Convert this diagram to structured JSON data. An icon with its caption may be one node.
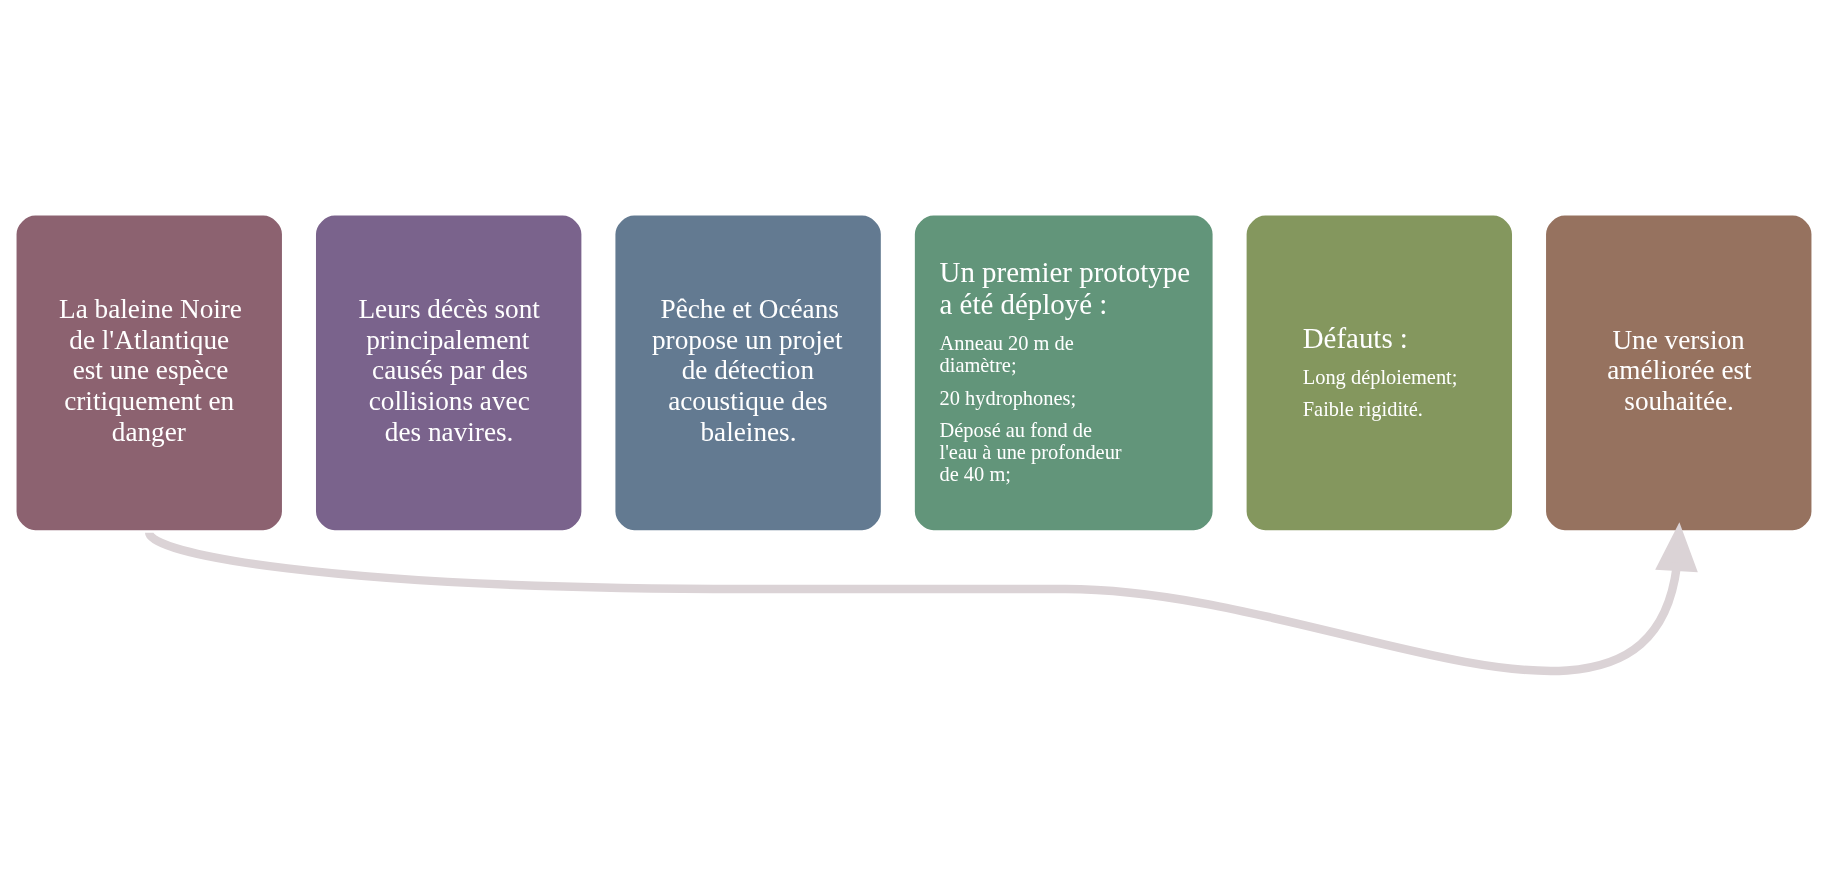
{
  "diagram": {
    "nodes": [
      {
        "text": [
          "La baleine Noire de l'Atlantique est une espèce critiquement en danger"
        ]
      },
      {
        "text": [
          "Leurs décès sont principalement causés par des collisions avec des navires."
        ]
      },
      {
        "text": [
          "Pêche et Océans propose un projet de détection acoustique des baleines."
        ]
      },
      {
        "text": [
          "Un premier prototype a été déployé :",
          "Anneau 20 m de diamètre;",
          "20 hydrophones;",
          "Déposé au fond de l'eau à une profondeur de 40 m;"
        ]
      },
      {
        "text": [
          "Défauts :",
          "Long déploiement;",
          "Faible rigidité."
        ]
      },
      {
        "text": [
          "Une version améliorée est souhaitée."
        ]
      }
    ],
    "edges": [
      {
        "from": 0,
        "to": 5,
        "arrow": "to",
        "color": "#dbd3d6"
      }
    ]
  }
}
